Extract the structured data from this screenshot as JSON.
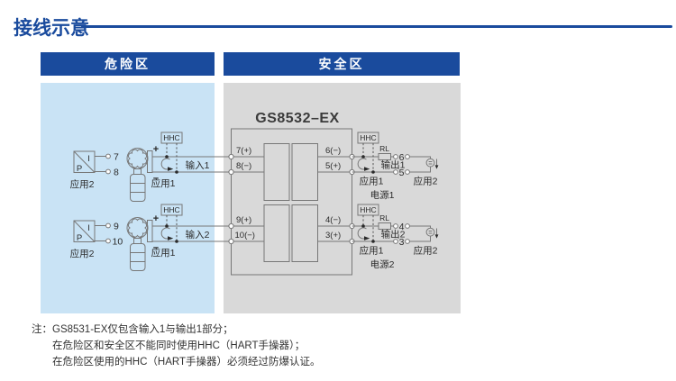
{
  "page": {
    "title": "接线示意"
  },
  "zones": {
    "hazard": "危险区",
    "safe": "安全区"
  },
  "device": {
    "model": "GS8532–EX",
    "input_terminals": [
      [
        "7(+)",
        "8(−)"
      ],
      [
        "9(+)",
        "10(−)"
      ]
    ],
    "output_terminals": [
      [
        "6(−)",
        "5(+)"
      ],
      [
        "4(−)",
        "3(+)"
      ]
    ]
  },
  "labels": {
    "hhc": "HHC",
    "rl": "RL",
    "plus": "+",
    "minus": "−",
    "pi_p": "P",
    "pi_i": "I"
  },
  "inputs": [
    {
      "name": "输入1",
      "app1": "应用1",
      "app2": "应用2",
      "pi_terminals": [
        "7",
        "8"
      ]
    },
    {
      "name": "输入2",
      "app1": "应用1",
      "app2": "应用2",
      "pi_terminals": [
        "9",
        "10"
      ]
    }
  ],
  "outputs": [
    {
      "name": "输出1",
      "app1": "应用1",
      "app2": "应用2",
      "power": "电源1",
      "ext_terminals": [
        "6",
        "5"
      ]
    },
    {
      "name": "输出2",
      "app1": "应用1",
      "app2": "应用2",
      "power": "电源2",
      "ext_terminals": [
        "4",
        "3"
      ]
    }
  ],
  "notes": {
    "prefix": "注：",
    "lines": [
      "GS8531-EX仅包含输入1与输出1部分；",
      "在危险区和安全区不能同时使用HHC（HART手操器）；",
      "在危险区使用的HHC（HART手操器）必须经过防爆认证。"
    ]
  },
  "colors": {
    "accent_blue": "#1a4b9d",
    "hazard_panel": "#c9e3f5",
    "safe_panel": "#d9d9d9"
  }
}
